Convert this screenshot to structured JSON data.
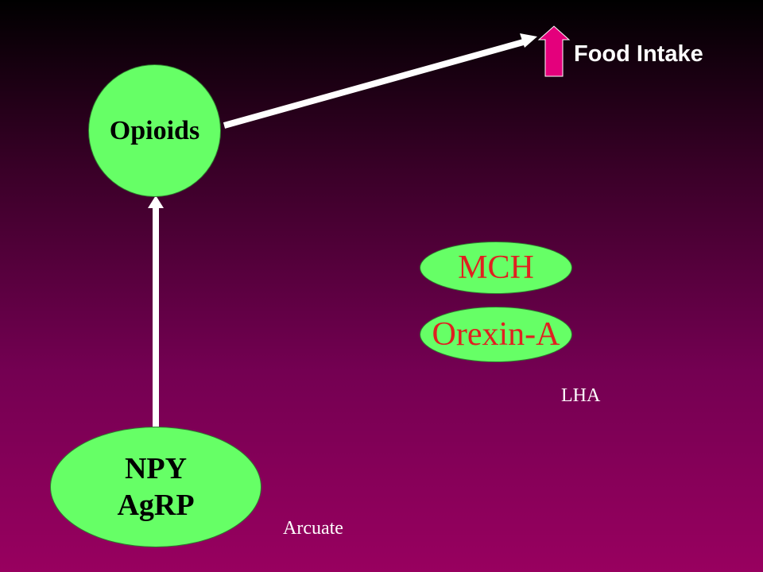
{
  "nodes": {
    "opioids": "Opioids",
    "npy_line1": "NPY",
    "npy_line2": "AgRP",
    "mch": "MCH",
    "orexin": "Orexin-A"
  },
  "labels": {
    "food_intake": "Food Intake",
    "lha": "LHA",
    "arcuate": "Arcuate"
  },
  "icons": {
    "food_intake_indicator": "up-arrow-icon"
  },
  "colors": {
    "node_fill": "#66ff66",
    "node_text_secondary": "#e02020",
    "up_arrow_fill": "#e4007c",
    "connector": "#ffffff"
  }
}
